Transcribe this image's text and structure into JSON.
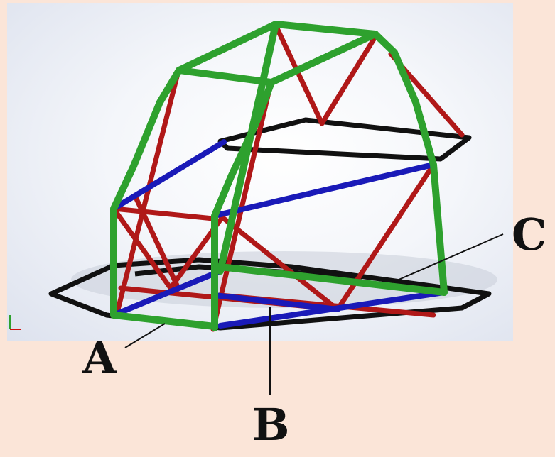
{
  "callouts": {
    "a": "A",
    "b": "B",
    "c": "C"
  },
  "colors": {
    "main_hoop_tubes": "#2ea12e",
    "diagonal_tubes": "#b01818",
    "side_impact_tubes": "#1a1ab8",
    "floor_outline": "#111111",
    "background": "#fbe5d8"
  }
}
